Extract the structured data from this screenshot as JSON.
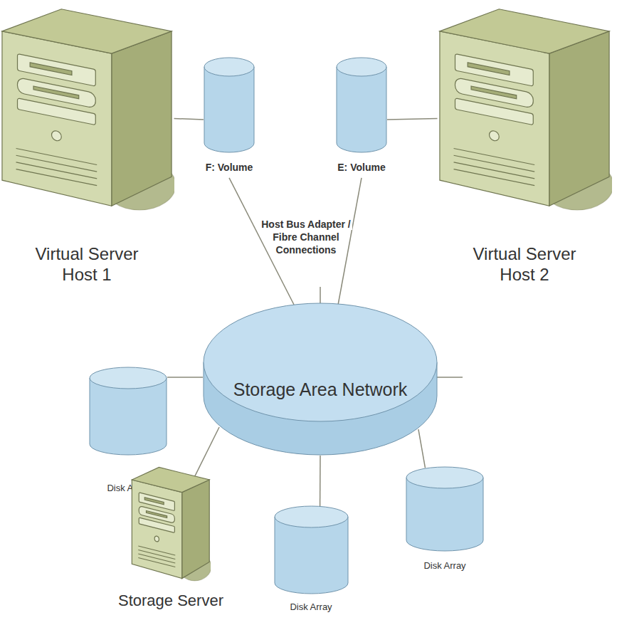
{
  "diagram": {
    "nodes": [
      {
        "text": [
          "Virtual Server Host 1"
        ]
      },
      {
        "text": [
          "F: Volume"
        ]
      },
      {
        "text": [
          "E: Volume"
        ]
      },
      {
        "text": [
          "Virtual Server Host 2"
        ]
      },
      {
        "text": [
          "Storage Area Network"
        ]
      },
      {
        "text": [
          "Disk Array"
        ]
      },
      {
        "text": [
          "Storage Server"
        ]
      },
      {
        "text": [
          "Disk Array"
        ]
      },
      {
        "text": [
          "Disk Array"
        ]
      }
    ],
    "edges": [
      {
        "from": 0,
        "to": 1,
        "arrow": "none"
      },
      {
        "from": 2,
        "to": 3,
        "arrow": "none"
      },
      {
        "from": 1,
        "to": 4,
        "arrow": "none"
      },
      {
        "from": 2,
        "to": 4,
        "arrow": "none"
      },
      {
        "from": 4,
        "to": 5,
        "arrow": "none"
      },
      {
        "from": 4,
        "to": 6,
        "arrow": "none"
      },
      {
        "from": 4,
        "to": 7,
        "arrow": "none"
      },
      {
        "from": 4,
        "to": 8,
        "arrow": "none"
      }
    ],
    "labels": [
      "Host Bus Adapter / Fibre Channel Connections"
    ]
  }
}
